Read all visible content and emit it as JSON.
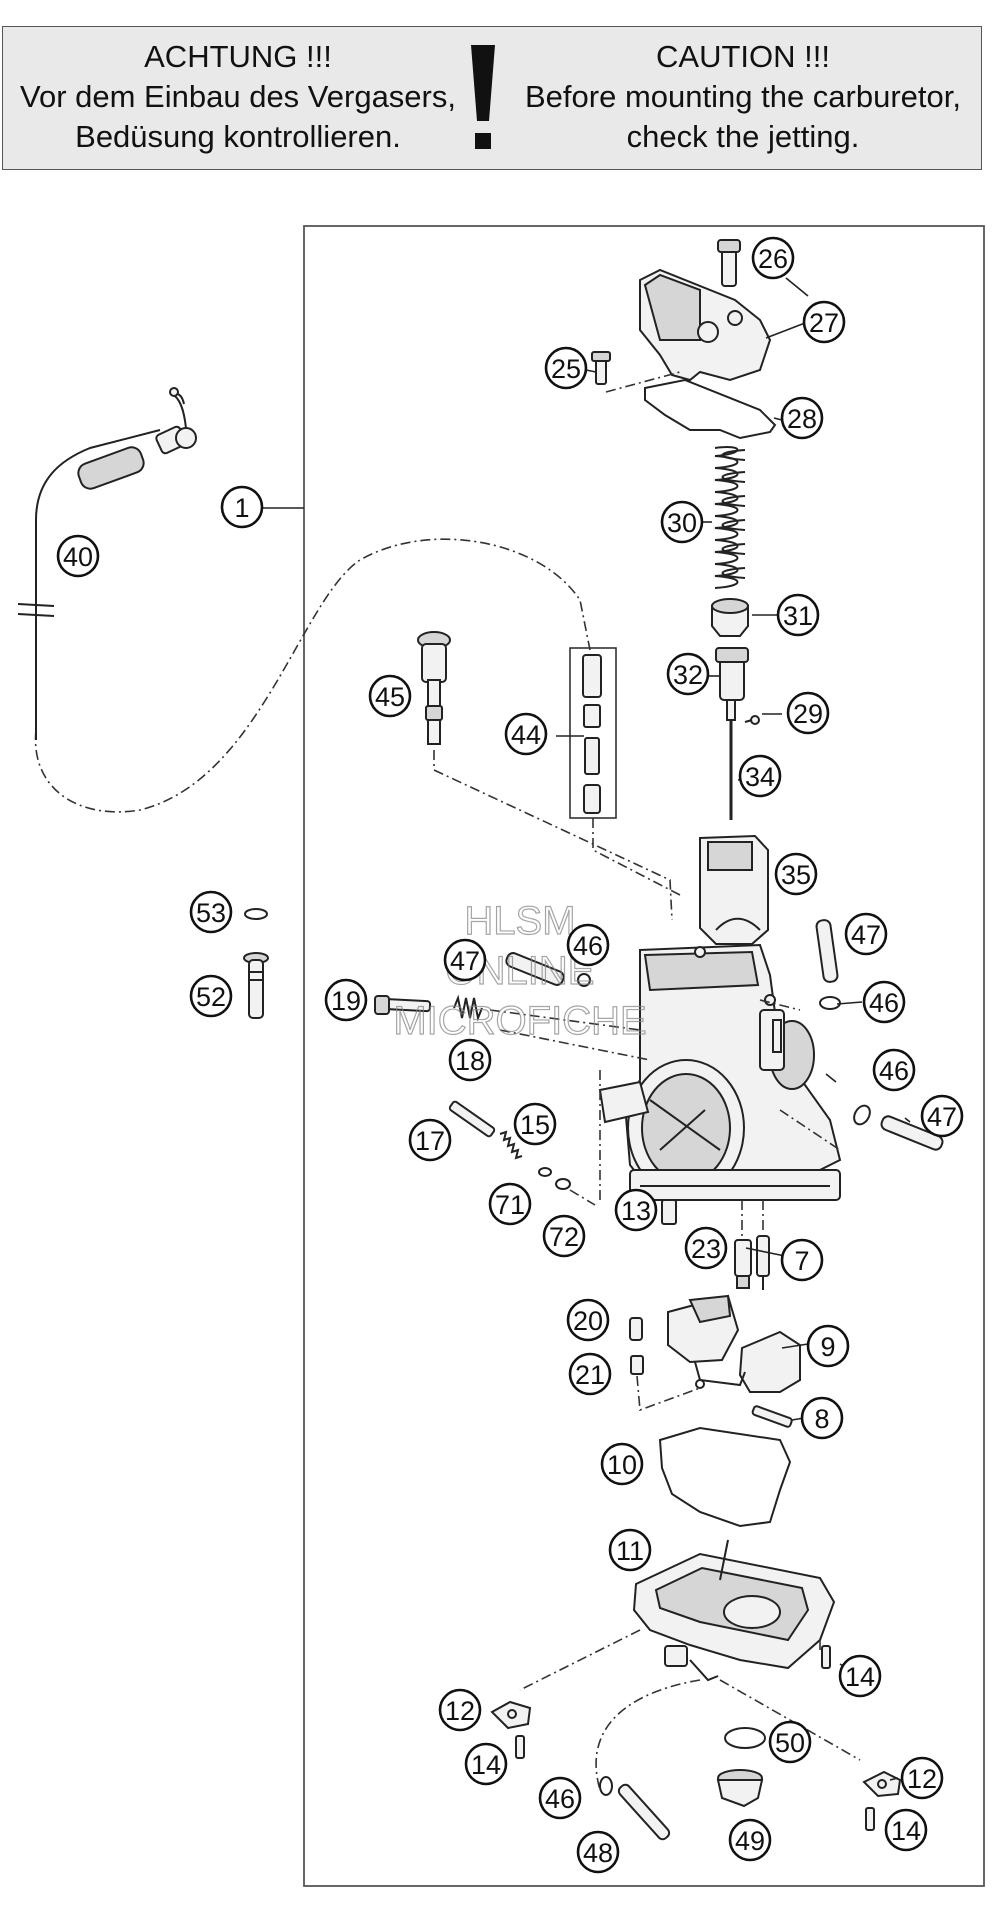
{
  "banner": {
    "german": {
      "title": "ACHTUNG !!!",
      "line1": "Vor dem Einbau des Vergasers,",
      "line2": "Bedüsung kontrollieren."
    },
    "english": {
      "title": "CAUTION !!!",
      "line1": "Before mounting the carburetor,",
      "line2": "check the jetting."
    }
  },
  "watermark": {
    "line1": "HLSM",
    "line2": "ONLINE",
    "line3": "MICROFICHE"
  },
  "callouts": [
    {
      "id": "c1",
      "label": "1"
    },
    {
      "id": "c40",
      "label": "40"
    },
    {
      "id": "c26",
      "label": "26"
    },
    {
      "id": "c27",
      "label": "27"
    },
    {
      "id": "c25",
      "label": "25"
    },
    {
      "id": "c28",
      "label": "28"
    },
    {
      "id": "c30",
      "label": "30"
    },
    {
      "id": "c31",
      "label": "31"
    },
    {
      "id": "c32",
      "label": "32"
    },
    {
      "id": "c29",
      "label": "29"
    },
    {
      "id": "c34",
      "label": "34"
    },
    {
      "id": "c45",
      "label": "45"
    },
    {
      "id": "c44",
      "label": "44"
    },
    {
      "id": "c35",
      "label": "35"
    },
    {
      "id": "c53",
      "label": "53"
    },
    {
      "id": "c52",
      "label": "52"
    },
    {
      "id": "c47a",
      "label": "47"
    },
    {
      "id": "c46a",
      "label": "46"
    },
    {
      "id": "c47b",
      "label": "47"
    },
    {
      "id": "c46b",
      "label": "46"
    },
    {
      "id": "c19",
      "label": "19"
    },
    {
      "id": "c18",
      "label": "18"
    },
    {
      "id": "c46c",
      "label": "46"
    },
    {
      "id": "c47c",
      "label": "47"
    },
    {
      "id": "c17",
      "label": "17"
    },
    {
      "id": "c15",
      "label": "15"
    },
    {
      "id": "c71",
      "label": "71"
    },
    {
      "id": "c72",
      "label": "72"
    },
    {
      "id": "c13",
      "label": "13"
    },
    {
      "id": "c23",
      "label": "23"
    },
    {
      "id": "c7",
      "label": "7"
    },
    {
      "id": "c20",
      "label": "20"
    },
    {
      "id": "c9",
      "label": "9"
    },
    {
      "id": "c21",
      "label": "21"
    },
    {
      "id": "c8",
      "label": "8"
    },
    {
      "id": "c10",
      "label": "10"
    },
    {
      "id": "c11",
      "label": "11"
    },
    {
      "id": "c14a",
      "label": "14"
    },
    {
      "id": "c12a",
      "label": "12"
    },
    {
      "id": "c50",
      "label": "50"
    },
    {
      "id": "c14b",
      "label": "14"
    },
    {
      "id": "c12b",
      "label": "12"
    },
    {
      "id": "c46d",
      "label": "46"
    },
    {
      "id": "c14c",
      "label": "14"
    },
    {
      "id": "c48",
      "label": "48"
    },
    {
      "id": "c49",
      "label": "49"
    }
  ]
}
